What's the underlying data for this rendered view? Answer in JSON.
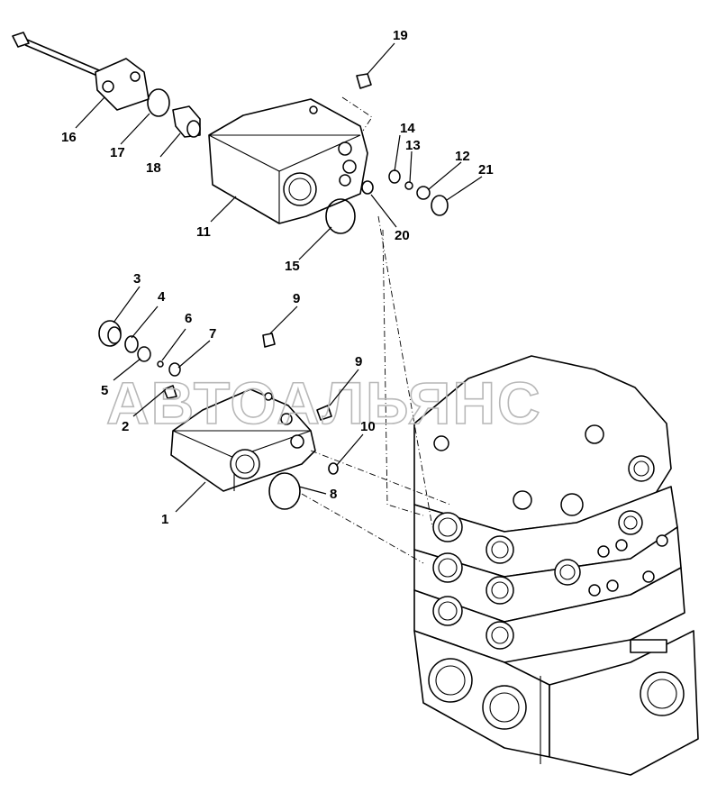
{
  "watermark": "АВТОАЛЬЯНС",
  "callouts": [
    "1",
    "2",
    "3",
    "4",
    "5",
    "6",
    "7",
    "8",
    "9",
    "9",
    "10",
    "11",
    "12",
    "13",
    "14",
    "15",
    "16",
    "17",
    "18",
    "19",
    "20",
    "21"
  ]
}
